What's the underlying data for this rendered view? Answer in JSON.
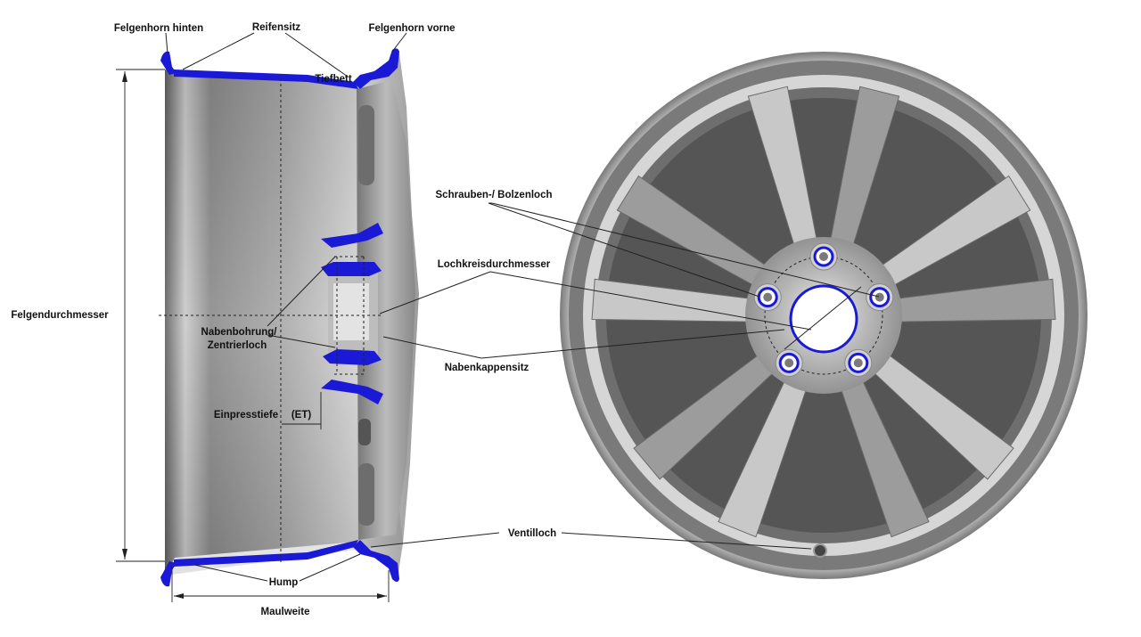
{
  "labels": {
    "rim_flange_rear": "Felgenhorn hinten",
    "tire_seat": "Reifensitz",
    "rim_flange_front": "Felgenhorn vorne",
    "drop_center": "Tiefbett",
    "rim_diameter": "Felgendurchmesser",
    "center_bore_1": "Nabenbohrung/",
    "center_bore_2": "Zentrierloch",
    "offset": "Einpresstiefe",
    "offset_abbr": "(ET)",
    "hump": "Hump",
    "rim_width": "Maulweite",
    "bolt_hole": "Schrauben-/ Bolzenloch",
    "pitch_circle": "Lochkreisdurchmesser",
    "hub_cap_seat": "Nabenkappensitz",
    "valve_hole": "Ventilloch"
  },
  "colors": {
    "highlight": "#1a1ad6",
    "rim_light": "#d9d9d9",
    "rim_dark": "#6a6a6a",
    "rim_mid": "#a8a8a8",
    "line": "#222222"
  }
}
